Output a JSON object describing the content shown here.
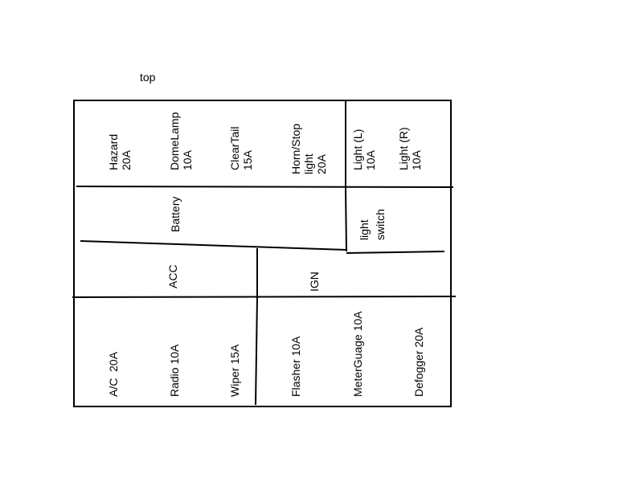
{
  "caption": "top",
  "top_row": {
    "hazard": [
      "Hazard",
      "20A"
    ],
    "domelamp": [
      "DomeLamp",
      "10A"
    ],
    "cleartail": [
      "ClearTail",
      "15A"
    ],
    "hornstop": [
      "Horn/Stop",
      "light",
      "20A"
    ],
    "light_l": [
      "Light (L)",
      "10A"
    ],
    "light_r": [
      "Light (R)",
      "10A"
    ]
  },
  "middle": {
    "battery": "Battery",
    "light_switch": [
      "light",
      "switch"
    ],
    "acc": "ACC",
    "ign": "IGN"
  },
  "bottom_row": {
    "ac": "A/C  20A",
    "radio": "Radio 10A",
    "wiper": "Wiper 15A",
    "flasher": "Flasher 10A",
    "meterguage": "MeterGuage 10A",
    "defogger": "Defogger 20A"
  }
}
